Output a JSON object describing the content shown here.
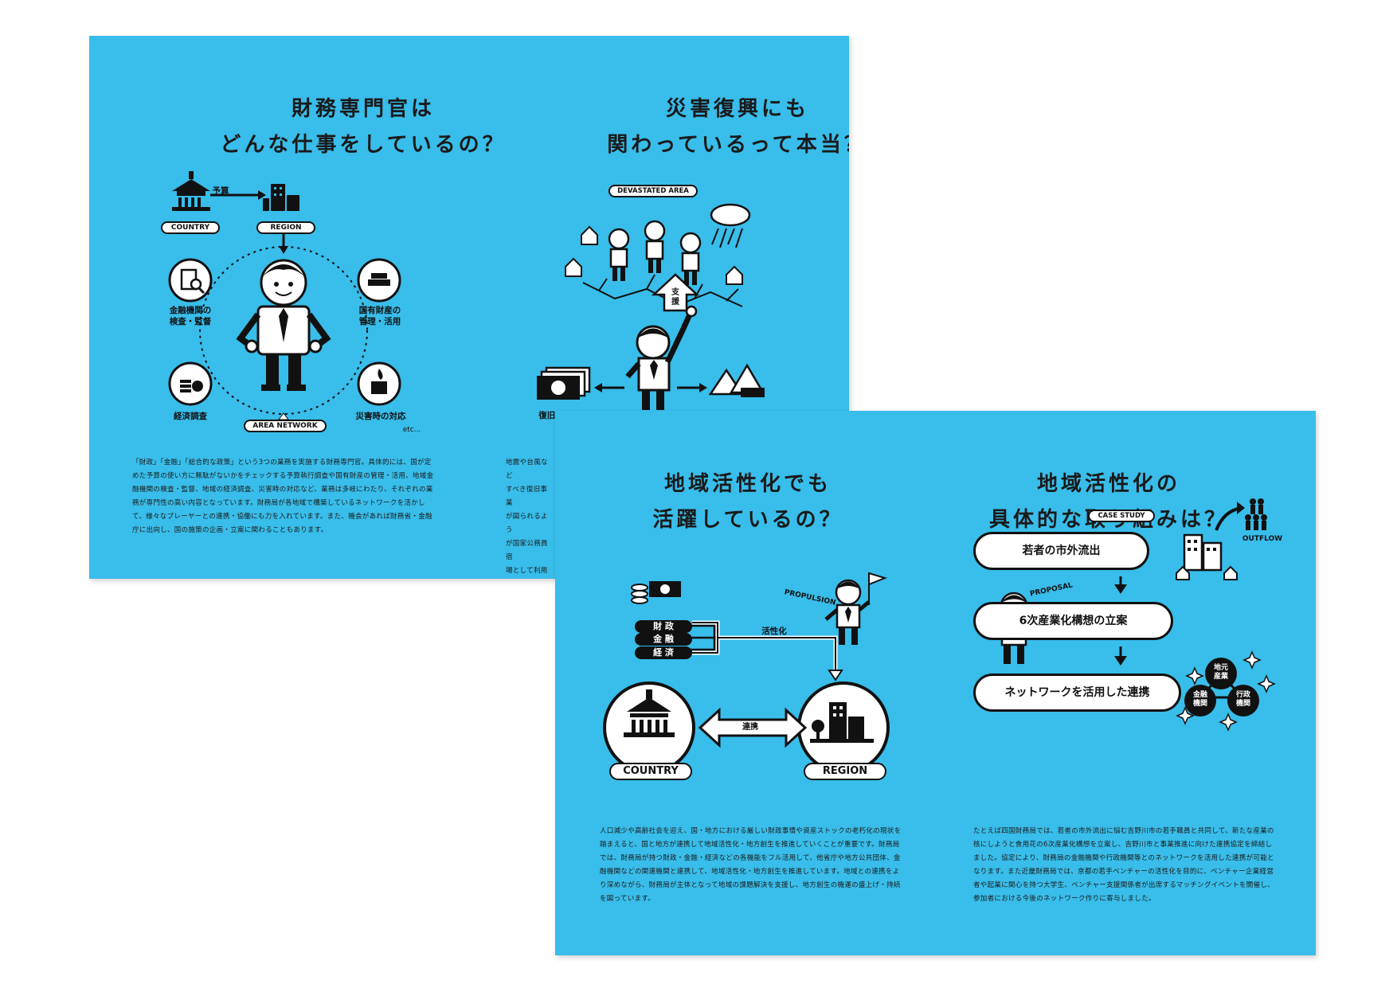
{
  "spread_left": {
    "section1": {
      "heading_line1": "財務専門官は",
      "heading_line2": "どんな仕事をしているの？",
      "label_budget": "予算",
      "label_country": "COUNTRY",
      "label_region": "REGION",
      "label_inspection": "金融機関の\n検査・監督",
      "label_property": "国有財産の\n管理・活用",
      "label_economy": "経済調査",
      "label_disaster": "災害時の対応",
      "label_etc": "etc...",
      "label_area_network": "AREA NETWORK",
      "body": "「財政」「金融」「総合的な政策」という3つの業務を実施する財務専門官。具体的には、国が定めた予算の使い方に無駄がないかをチェックする予算執行調査や国有財産の管理・活用、地域金融機関の検査・監督、地域の経済調査、災害時の対応など、業務は多岐にわたり、それぞれの業務が専門性の高い内容となっています。財務局が各地域で構築しているネットワークを活かして、様々なプレーヤーとの連携・協働にも力を入れています。また、機会があれば財務省・金融庁に出向し、国の施策の企画・立案に関わることもあります。"
    },
    "section2": {
      "heading_line1": "災害復興にも",
      "heading_line2": "関わっているって本当？",
      "label_devastated": "DEVASTATED AREA",
      "label_support": "支\n援",
      "label_recovery": "復旧事",
      "body_fragment": "地震や台風など\nすべき復旧事業\nが図られるよう\nが国家公務員宿\n場として利用で\n金融機関に要請"
    }
  },
  "spread_right": {
    "section3": {
      "heading_line1": "地域活性化でも",
      "heading_line2": "活躍しているの？",
      "label_zaisei": "財 政",
      "label_kinyu": "金 融",
      "label_keizai": "経 済",
      "label_activation": "活性化",
      "label_propulsion": "PROPULSION",
      "label_renkei": "連携",
      "label_country": "COUNTRY",
      "label_region": "REGION",
      "body": "人口減少や高齢社会を迎え、国・地方における厳しい財政事情や資産ストックの老朽化の現状を踏まえると、国と地方が連携して地域活性化・地方創生を推進していくことが重要です。財務局では、財務局が持つ財政・金融・経済などの各機能をフル活用して、他省庁や地方公共団体、金融機関などの関連機関と連携して、地域活性化・地方創生を推進しています。地域との連携をより深めながら、財務局が主体となって地域の課題解決を支援し、地方創生の機運の盛上げ・持続を図っています。"
    },
    "section4": {
      "heading_line1": "地域活性化の",
      "heading_line2": "具体的な取り組みは？",
      "label_case_study": "CASE STUDY",
      "label_outflow": "OUTFLOW",
      "label_proposal": "PROPOSAL",
      "step1": "若者の市外流出",
      "step2": "6次産業化構想の立案",
      "step3": "ネットワークを活用した連携",
      "node_local_industry": "地元\n産業",
      "node_finance": "金融\n機関",
      "node_admin": "行政\n機関",
      "body": "たとえば四国財務局では、若者の市外流出に悩む吉野川市の若手職員と共同して、新たな産業の核にしようと食用花の6次産業化構想を立案し、吉野川市と事業推進に向けた連携協定を締結しました。協定により、財務局の金融機関や行政機関等とのネットワークを活用した連携が可能となります。また近畿財務局では、京都の若手ベンチャーの活性化を目的に、ベンチャー企業経営者や起業に関心を持つ大学生、ベンチャー支援関係者が出席するマッチングイベントを開催し、参加者における今後のネットワーク作りに寄与しました。"
    }
  },
  "colors": {
    "panel": "#39bdea",
    "ink": "#111111",
    "paper": "#ffffff"
  }
}
